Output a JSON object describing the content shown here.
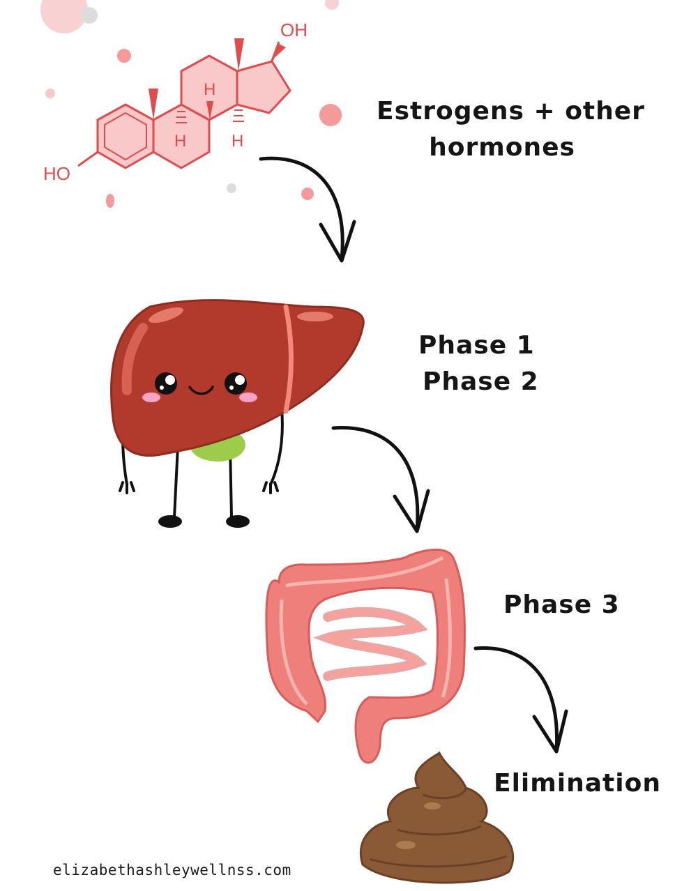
{
  "steps": [
    {
      "label_lines": [
        "Estrogens + other",
        "hormones"
      ]
    },
    {
      "label_lines": [
        "Phase 1",
        "Phase 2"
      ]
    },
    {
      "label_lines": [
        "Phase 3"
      ]
    },
    {
      "label_lines": [
        "Elimination"
      ]
    }
  ],
  "molecule": {
    "labels": {
      "oh_top": "OH",
      "ho_left": "HO",
      "h1": "H",
      "h2": "H",
      "h3": "H"
    }
  },
  "watermark": "elizabethashleywellnss.com",
  "colors": {
    "molecule": "#e24b4b",
    "molecule_fill": "#f9c9c9",
    "liver": "#b23a2c",
    "gallbladder": "#9ccc4a",
    "intestine": "#ee7f7a",
    "poop": "#8a5a36",
    "arrow": "#111111"
  },
  "icons": [
    "estradiol-molecule-icon",
    "liver-character-icon",
    "intestines-icon",
    "poop-icon"
  ]
}
